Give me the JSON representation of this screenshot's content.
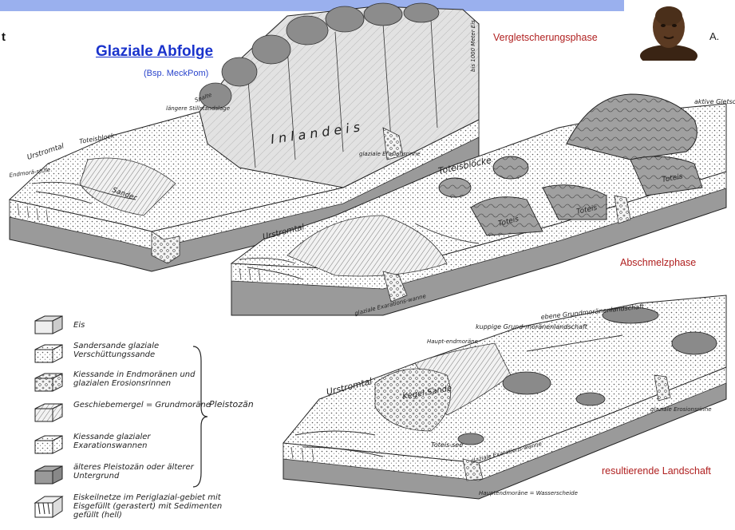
{
  "header": {
    "edge_letter": "t",
    "title": "Glaziale Abfolge",
    "subtitle": "(Bsp. MeckPom)",
    "author_initial": "A."
  },
  "phases": {
    "phase1": "Vergletscherungsphase",
    "phase2": "Abschmelzphase",
    "phase3": "resultierende Landschaft"
  },
  "labels": {
    "b1": {
      "inlandeis": "I n l a n d e i s",
      "urstromtal": "Urstromtal",
      "toteisblock": "Toteisblock",
      "sander": "Sander",
      "spalte": "Spalte",
      "stillstandslage": "längere Stillstandslage",
      "rinne": "glaziale Erosionsrinne",
      "dicke": "bis 1000 Meter Eis",
      "endmoraene": "Endmorä-stufe"
    },
    "b2": {
      "toteisbloecke": "Toteisblöcke",
      "urstromtal": "Urstromtal",
      "aktive": "aktive Gletscher-zunge",
      "toteis": "Toteis",
      "exaration": "glaziale Exarations-wanne"
    },
    "b3": {
      "urstromtal": "Urstromtal",
      "kuppige": "kuppige Grund-moränenlandschaft",
      "ebene": "ebene Grundmoränenlandschaft",
      "haupt_endmoraene": "Haupt-endmoräne",
      "kegel": "Kegel-Sande",
      "toteissee": "Toteis-see",
      "hauptendmoraene_ws": "Hauptendmoräne = Wasserscheide",
      "rinne": "glaziale Erosionsrinne",
      "exaration": "glaziale Exarations-wanne"
    }
  },
  "legend": {
    "items": [
      {
        "text": "Eis"
      },
      {
        "text": "Sandersande glaziale Verschüttungssande"
      },
      {
        "text": "Kiessande in Endmoränen und glazialen Erosionsrinnen"
      },
      {
        "text": "Geschiebemergel = Grundmoräne"
      },
      {
        "text": "Kiessande glazialer Exarationswannen"
      },
      {
        "text": "älteres Pleistozän oder älterer Untergrund"
      },
      {
        "text": "Eiskeilnetze im Periglazial-gebiet mit Eisgefüllt (gerastert) mit Sedimenten gefüllt (hell)"
      }
    ],
    "group_label": "Pleistozän"
  },
  "colors": {
    "topbar": "#9ab0ee",
    "title": "#1a33cc",
    "phase_text": "#b02020"
  }
}
